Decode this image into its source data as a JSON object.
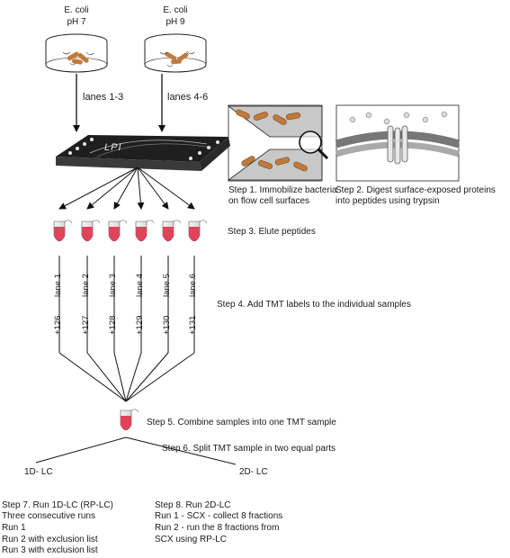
{
  "conditions": [
    {
      "organism": "E. coli",
      "ph": "pH 7",
      "lanes": "lanes 1-3"
    },
    {
      "organism": "E. coli",
      "ph": "pH 9",
      "lanes": "lanes 4-6"
    }
  ],
  "chip": {
    "logo": "LPI"
  },
  "steps": {
    "step1": [
      "Step 1. Immobilize bacteria",
      "on flow cell surfaces"
    ],
    "step2": [
      "Step 2. Digest surface-exposed proteins",
      "into peptides using trypsin"
    ],
    "step3": "Step 3. Elute peptides",
    "step4": "Step 4. Add TMT labels to the individual samples",
    "step5": "Step 5. Combine samples into one TMT sample",
    "step6": "Step 6. Split TMT sample in two equal parts"
  },
  "lanes": [
    {
      "label": "lane 1",
      "tag": "+126"
    },
    {
      "label": "lane 2",
      "tag": "+127"
    },
    {
      "label": "lane 3",
      "tag": "+128"
    },
    {
      "label": "lane 4",
      "tag": "+129"
    },
    {
      "label": "lane 5",
      "tag": "+130"
    },
    {
      "label": "lane 6",
      "tag": "+131"
    }
  ],
  "branches": {
    "left": {
      "title": "1D- LC",
      "lines": [
        "Step 7. Run 1D-LC (RP-LC)",
        "Three consecutive runs",
        "Run 1",
        "Run 2 with exclusion list",
        "Run 3 with exclusion list"
      ]
    },
    "right": {
      "title": "2D- LC",
      "lines": [
        "Step 8. Run 2D-LC",
        "Run 1 - SCX - collect 8 fractions",
        "Run 2 - run the 8 fractions from",
        "SCX using RP-LC"
      ]
    }
  },
  "colors": {
    "liquid": "#e0435a",
    "bacteria": "#c07a3c",
    "chip": "#2d2d2d",
    "line": "#111111"
  }
}
